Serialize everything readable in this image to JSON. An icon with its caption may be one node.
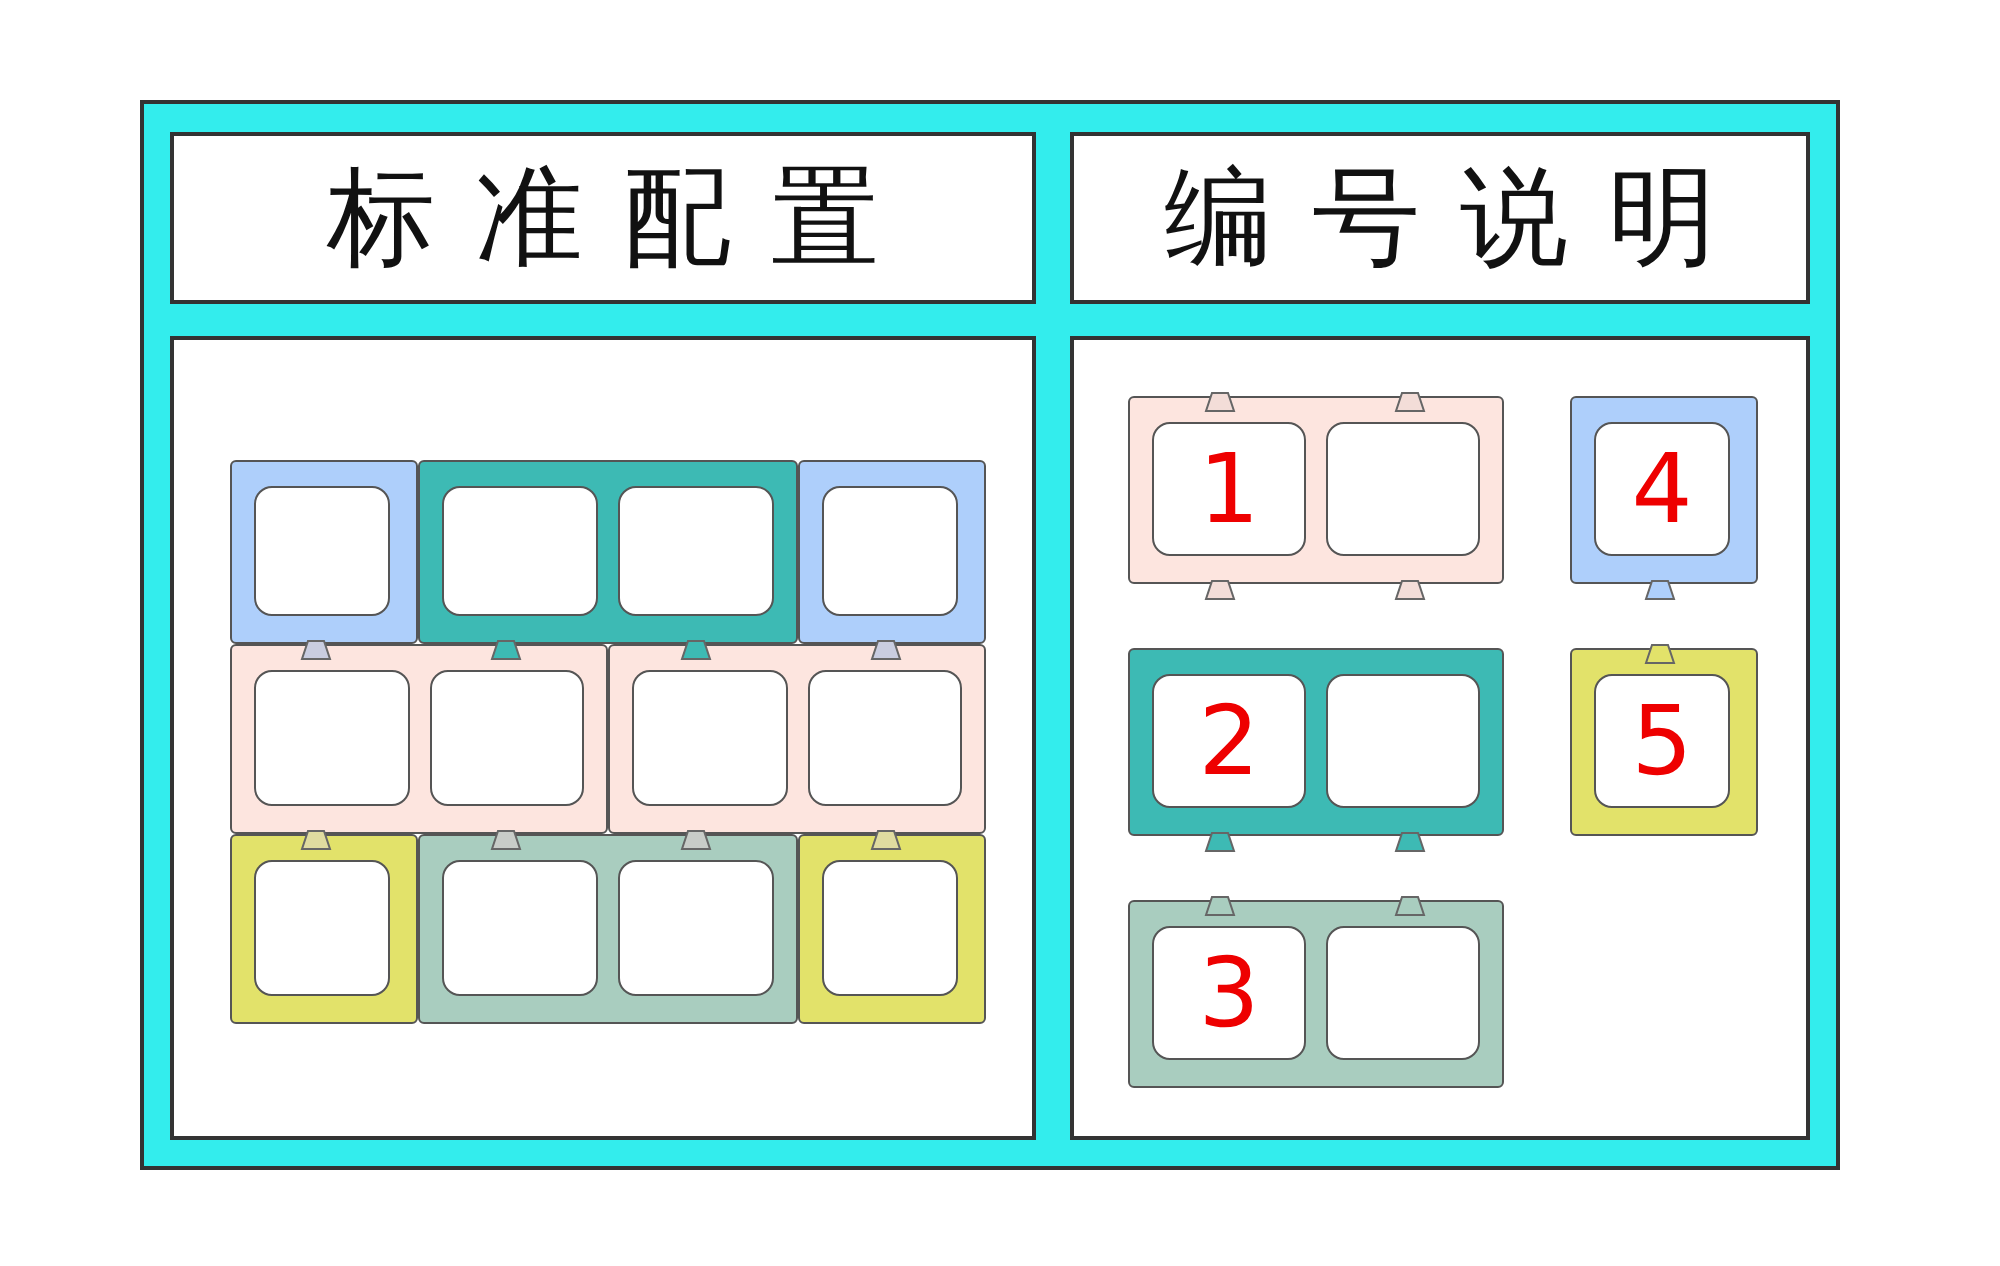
{
  "diagram": {
    "nodes": [
      {
        "text": [
          "标准配置"
        ]
      },
      {
        "text": [
          "编号说明"
        ]
      },
      {
        "text": [],
        "shape": "box"
      },
      {
        "text": [],
        "shape": "box",
        "in": 2
      },
      {
        "text": [],
        "shape": "box",
        "in": 2
      },
      {
        "text": [],
        "shape": "box",
        "in": 2
      },
      {
        "text": [],
        "shape": "box",
        "in": 2
      },
      {
        "text": [],
        "shape": "box",
        "in": 2
      },
      {
        "text": [],
        "shape": "box",
        "in": 2
      },
      {
        "text": [],
        "shape": "box",
        "in": 2
      },
      {
        "text": [],
        "shape": "box",
        "in": 2
      },
      {
        "text": [],
        "shape": "box"
      },
      {
        "text": [
          "1"
        ],
        "in": 11
      },
      {
        "text": [
          "4"
        ],
        "in": 11
      },
      {
        "text": [
          "2"
        ],
        "in": 11
      },
      {
        "text": [
          "5"
        ],
        "in": 11
      },
      {
        "text": [
          "3"
        ],
        "in": 11
      }
    ],
    "edges": []
  }
}
